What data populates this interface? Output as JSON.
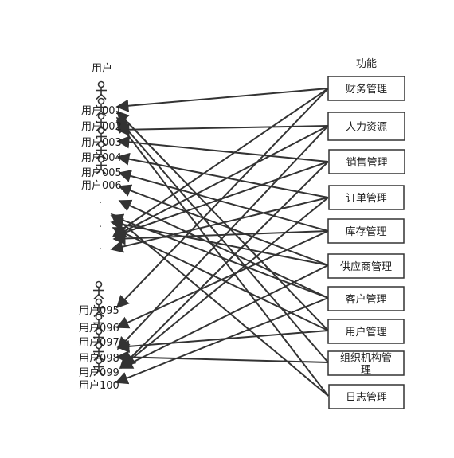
{
  "header": {
    "users_title": "用户",
    "functions_title": "功能"
  },
  "users_top": [
    "用户001",
    "用户002",
    "用户003",
    "用户004",
    "用户005",
    "用户006"
  ],
  "users_bottom": [
    "用户095",
    "用户096",
    "用户097",
    "用户098",
    "用户099",
    "用户100"
  ],
  "ellipsis": [
    "·",
    "·",
    "·"
  ],
  "functions": [
    [
      "财务管理"
    ],
    [
      "人力资源"
    ],
    [
      "销售管理"
    ],
    [
      "订单管理"
    ],
    [
      "库存管理"
    ],
    [
      "供应商管理"
    ],
    [
      "客户管理"
    ],
    [
      "用户管理"
    ],
    [
      "组织机构管",
      "理"
    ],
    [
      "日志管理"
    ]
  ],
  "colors": {
    "line": "#333333",
    "text": "#222222",
    "box_fill": "#ffffff"
  }
}
